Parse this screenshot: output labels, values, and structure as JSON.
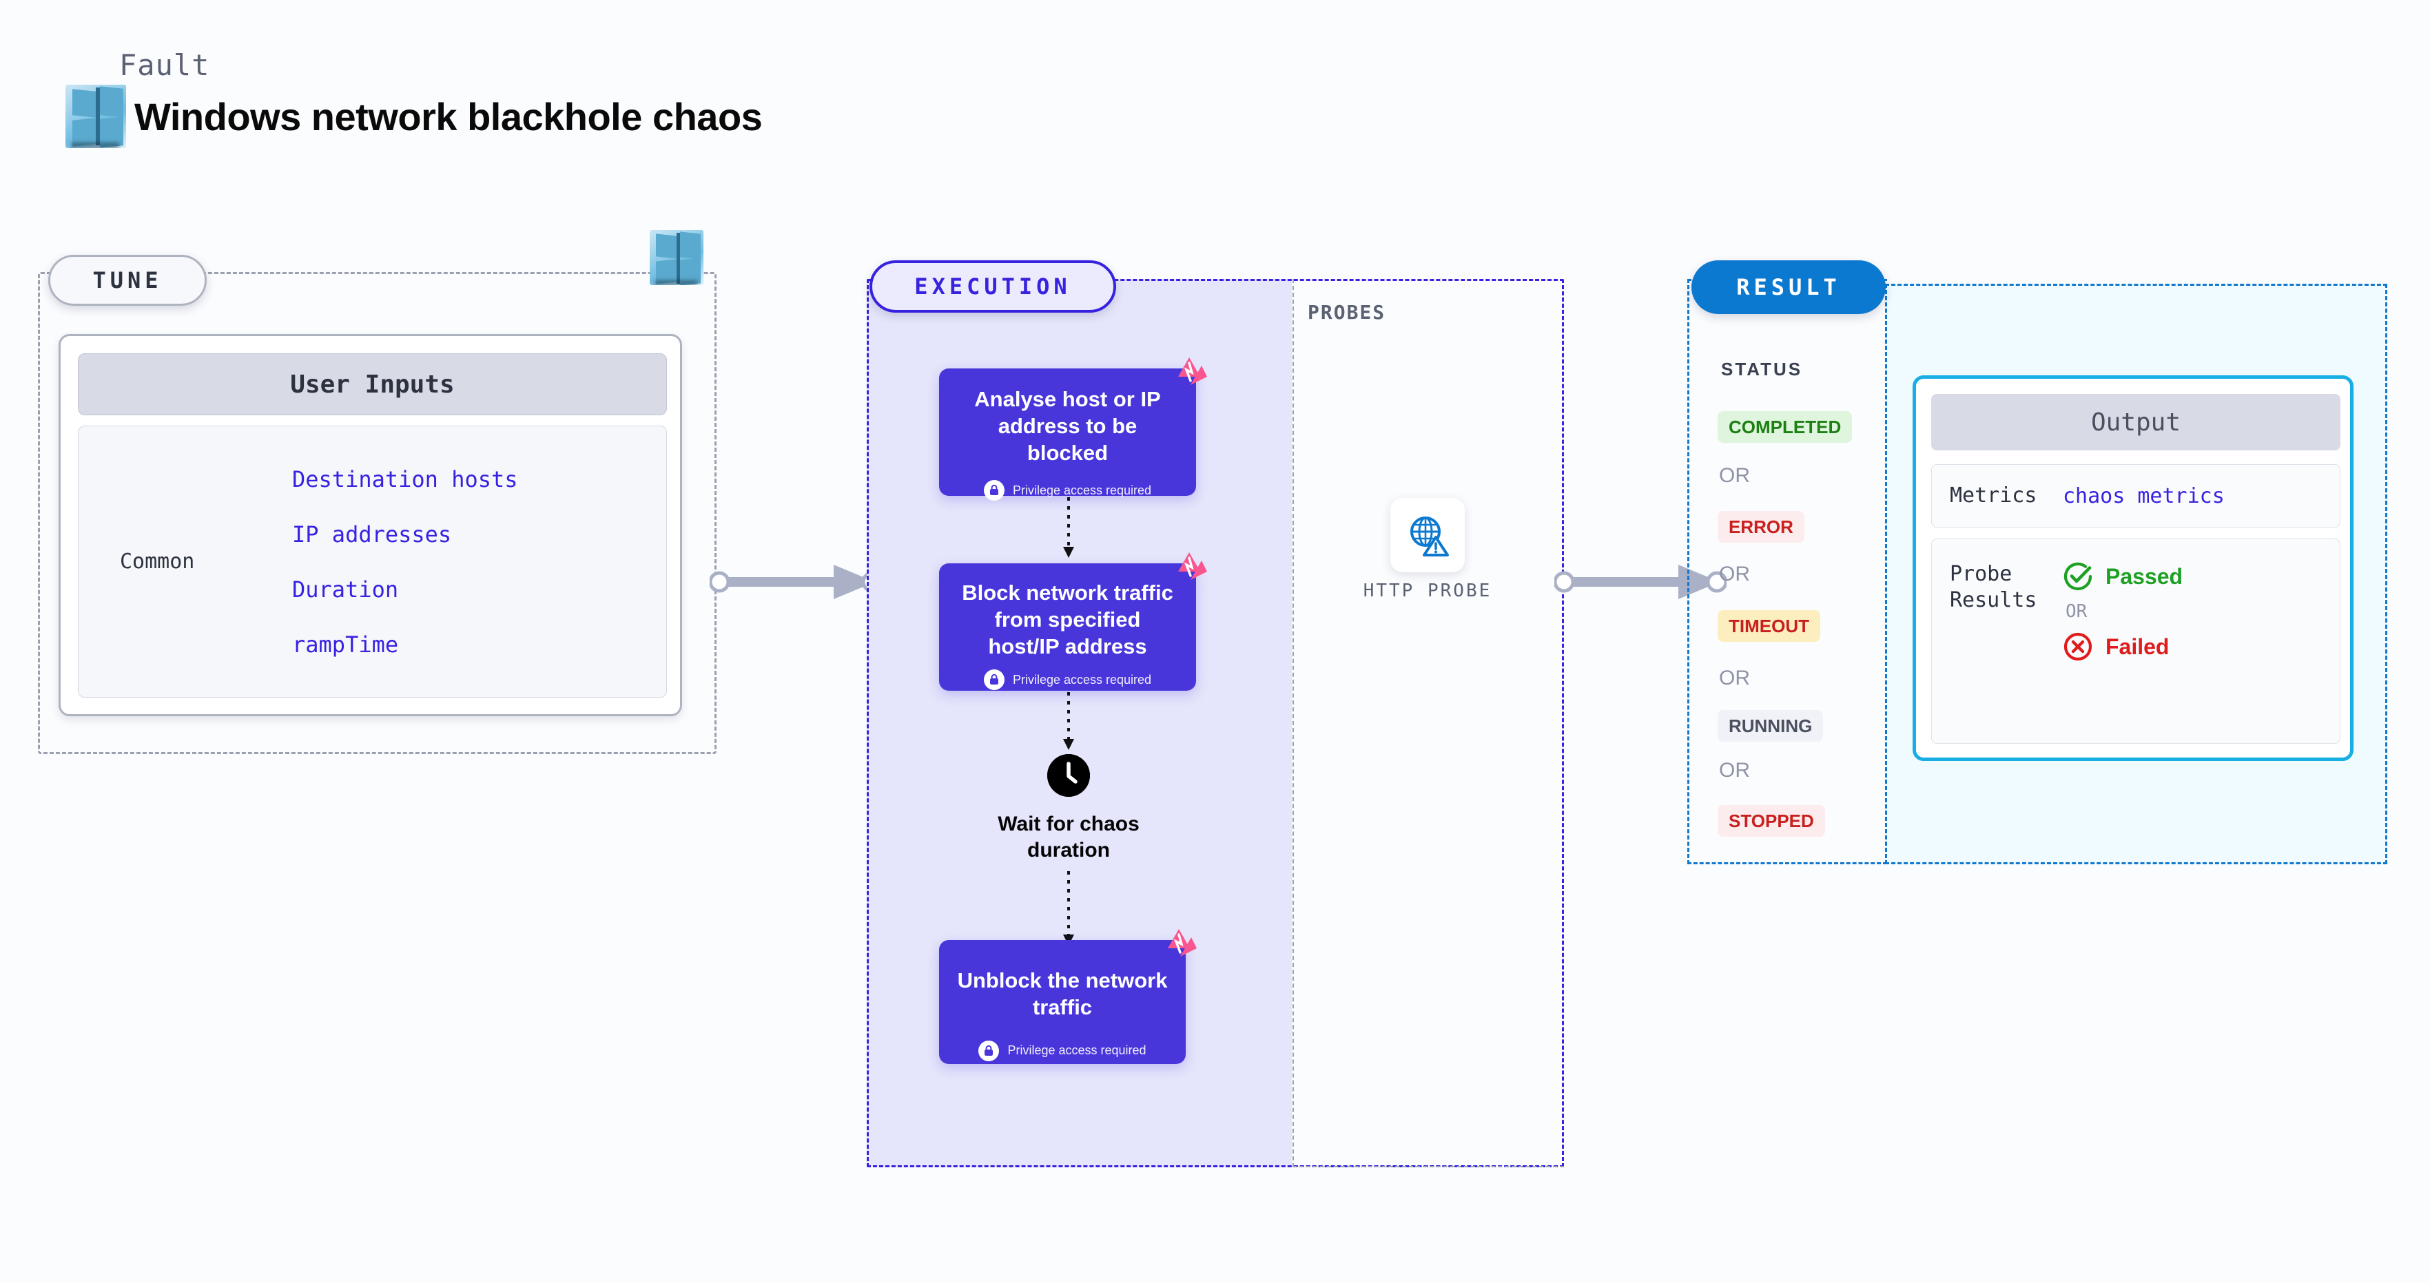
{
  "header": {
    "fault_label": "Fault",
    "title": "Windows network blackhole chaos",
    "icon": "windows-logo-icon"
  },
  "tune": {
    "pill_label": "TUNE",
    "card_title": "User Inputs",
    "group_label": "Common",
    "params": [
      "Destination hosts",
      "IP addresses",
      "Duration",
      "rampTime"
    ],
    "badge_icon": "windows-logo-icon"
  },
  "execution": {
    "pill_label": "EXECUTION",
    "nodes": [
      {
        "title": "Analyse host or IP address to be blocked",
        "privilege": "Privilege access required",
        "badge_icon": "litmus-logo-icon",
        "lock_icon": "lock-icon"
      },
      {
        "title": "Block network traffic from specified host/IP address",
        "privilege": "Privilege access required",
        "badge_icon": "litmus-logo-icon",
        "lock_icon": "lock-icon"
      },
      {
        "title": "Unblock the network traffic",
        "privilege": "Privilege access required",
        "badge_icon": "litmus-logo-icon",
        "lock_icon": "lock-icon"
      }
    ],
    "wait": {
      "label": "Wait for chaos duration",
      "icon": "clock-icon"
    }
  },
  "probes": {
    "section_label": "PROBES",
    "items": [
      {
        "caption": "HTTP PROBE",
        "icon": "globe-warning-icon"
      }
    ]
  },
  "result": {
    "pill_label": "RESULT",
    "status_label": "STATUS",
    "or_label": "OR",
    "statuses": [
      {
        "label": "COMPLETED",
        "bg": "#dff5dd",
        "fg": "#1d8013"
      },
      {
        "label": "ERROR",
        "bg": "#fdeced",
        "fg": "#c8201f"
      },
      {
        "label": "TIMEOUT",
        "bg": "#fdeec0",
        "fg": "#c8201f"
      },
      {
        "label": "RUNNING",
        "bg": "#f1f2f7",
        "fg": "#4a5060"
      },
      {
        "label": "STOPPED",
        "bg": "#fdeced",
        "fg": "#c8201f"
      }
    ],
    "output": {
      "header": "Output",
      "metrics_key": "Metrics",
      "metrics_value": "chaos metrics",
      "probe_results_key": "Probe Results",
      "passed_label": "Passed",
      "failed_label": "Failed",
      "or_label": "OR",
      "passed_icon": "check-circle-icon",
      "failed_icon": "x-circle-icon"
    }
  },
  "colors": {
    "accent_purple": "#3722e0",
    "node_purple": "#4836db",
    "result_blue": "#0c79d0",
    "output_cyan": "#17aee4",
    "litmus_pink": "#f9568f",
    "pass_green": "#1da023",
    "fail_red": "#e01b1b",
    "dashed_gray": "#9aa0ae",
    "page_bg": "#fbfcfe"
  }
}
